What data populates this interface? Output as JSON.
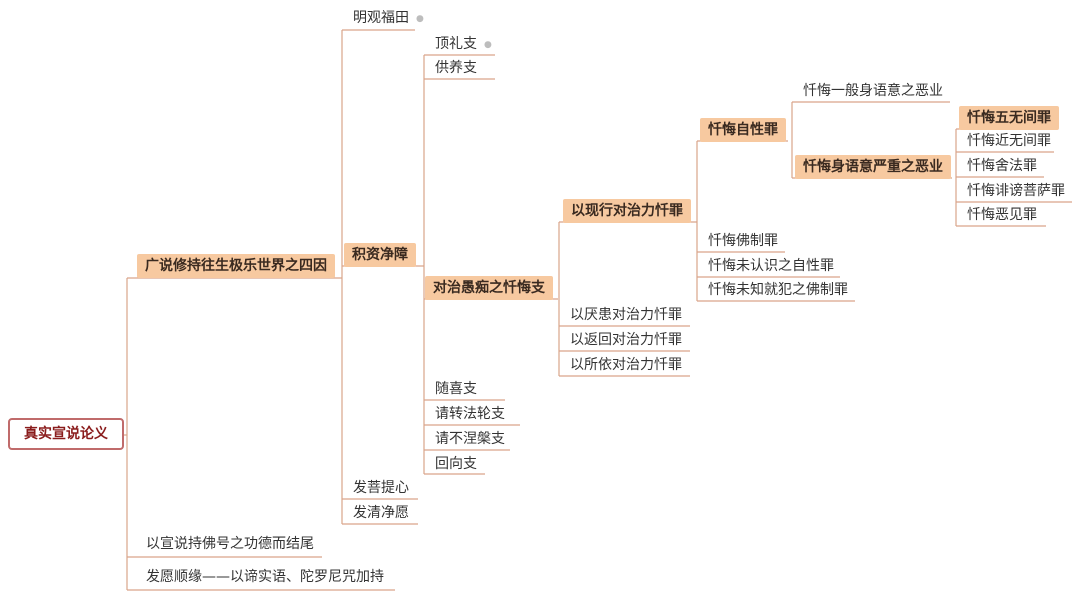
{
  "root": "真实宣说论义",
  "n_a": "广说修持往生极乐世界之四因",
  "n_a1": "明观福田",
  "n_a2": "积资净障",
  "n_a2_1": "顶礼支",
  "n_a2_2": "供养支",
  "n_a2_3": "对治愚痴之忏悔支",
  "n_a2_3_1": "以现行对治力忏罪",
  "n_a2_3_1_1": "忏悔自性罪",
  "n_a2_3_1_1_1": "忏悔一般身语意之恶业",
  "n_a2_3_1_1_2": "忏悔身语意严重之恶业",
  "n_e1": "忏悔五无间罪",
  "n_e2": "忏悔近无间罪",
  "n_e3": "忏悔舍法罪",
  "n_e4": "忏悔诽谤菩萨罪",
  "n_e5": "忏悔恶见罪",
  "n_f1": "忏悔佛制罪",
  "n_f2": "忏悔未认识之自性罪",
  "n_f3": "忏悔未知就犯之佛制罪",
  "n_g1": "以厌患对治力忏罪",
  "n_g2": "以返回对治力忏罪",
  "n_g3": "以所依对治力忏罪",
  "n_h1": "随喜支",
  "n_h2": "请转法轮支",
  "n_h3": "请不涅槃支",
  "n_h4": "回向支",
  "n_i1": "发菩提心",
  "n_i2": "发清净愿",
  "n_b": "以宣说持佛号之功德而结尾",
  "n_c": "发愿顺缘——以谛实语、陀罗尼咒加持"
}
